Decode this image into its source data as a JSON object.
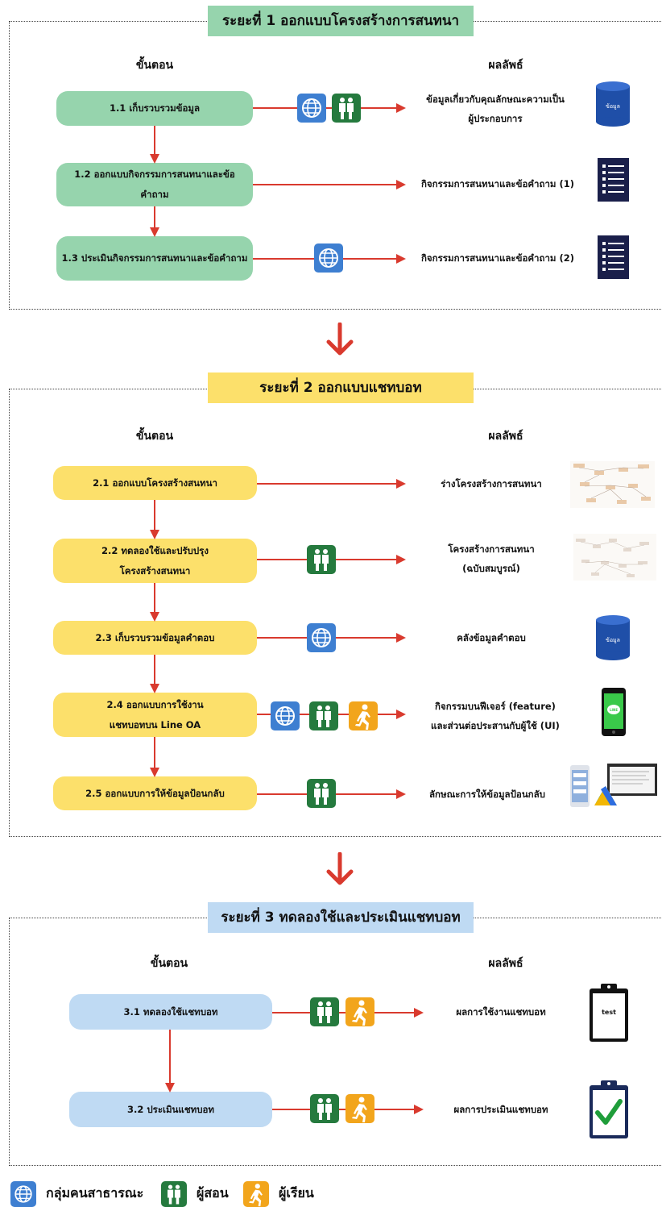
{
  "phase1": {
    "title": "ระยะที่ 1 ออกแบบโครงสร้างการสนทนา",
    "col_steps": "ขั้นตอน",
    "col_results": "ผลลัพธ์",
    "steps": [
      {
        "label": "1.1 เก็บรวบรวมข้อมูล",
        "result_line1": "ข้อมูลเกี่ยวกับคุณลักษณะความเป็น",
        "result_line2": "ผู้ประกอบการ"
      },
      {
        "label": "1.2 ออกแบบกิจกรรมการสนทนาและข้อคำถาม",
        "result_line1": "กิจกรรมการสนทนาและข้อคำถาม (1)"
      },
      {
        "label": "1.3 ประเมินกิจกรรมการสนทนาและข้อคำถาม",
        "result_line1": "กิจกรรมการสนทนาและข้อคำถาม (2)"
      }
    ],
    "db_label": "ข้อมูล"
  },
  "phase2": {
    "title": "ระยะที่ 2 ออกแบบแชทบอท",
    "col_steps": "ขั้นตอน",
    "col_results": "ผลลัพธ์",
    "steps": [
      {
        "label_line1": "2.1 ออกแบบโครงสร้างสนทนา",
        "result_line1": "ร่างโครงสร้างการสนทนา"
      },
      {
        "label_line1": "2.2 ทดลองใช้และปรับปรุง",
        "label_line2": "โครงสร้างสนทนา",
        "result_line1": "โครงสร้างการสนทนา",
        "result_line2": "(ฉบับสมบูรณ์)"
      },
      {
        "label_line1": "2.3 เก็บรวบรวมข้อมูลคำตอบ",
        "result_line1": "คลังข้อมูลคำตอบ"
      },
      {
        "label_line1": "2.4 ออกแบบการใช้งาน",
        "label_line2": "แชทบอทบน Line OA",
        "result_line1": "กิจกรรมบนฟีเจอร์ (feature)",
        "result_line2": "และส่วนต่อประสานกับผู้ใช้ (UI)"
      },
      {
        "label_line1": "2.5 ออกแบบการให้ข้อมูลป้อนกลับ",
        "result_line1": "ลักษณะการให้ข้อมูลป้อนกลับ"
      }
    ],
    "db_label": "ข้อมูล",
    "line_label": "LINE"
  },
  "phase3": {
    "title": "ระยะที่ 3 ทดลองใช้และประเมินแชทบอท",
    "col_steps": "ขั้นตอน",
    "col_results": "ผลลัพธ์",
    "steps": [
      {
        "label": "3.1 ทดลองใช้แชทบอท",
        "result_line1": "ผลการใช้งานแชทบอท"
      },
      {
        "label": "3.2 ประเมินแชทบอท",
        "result_line1": "ผลการประเมินแชทบอท"
      }
    ],
    "test_label": "test"
  },
  "legend": {
    "public": "กลุ่มคนสาธารณะ",
    "teacher": "ผู้สอน",
    "learner": "ผู้เรียน"
  },
  "colors": {
    "phase1": "#96d4ad",
    "phase2": "#fce06b",
    "phase3": "#bfdaf3",
    "arrow": "#d93a2e",
    "globe": "#3e7fd1",
    "teacher": "#257a3e",
    "learner": "#f2a51c"
  },
  "icons": [
    "globe-icon",
    "teacher-icon",
    "learner-icon",
    "database-icon",
    "document-icon",
    "phone-icon",
    "clipboard-icon"
  ]
}
